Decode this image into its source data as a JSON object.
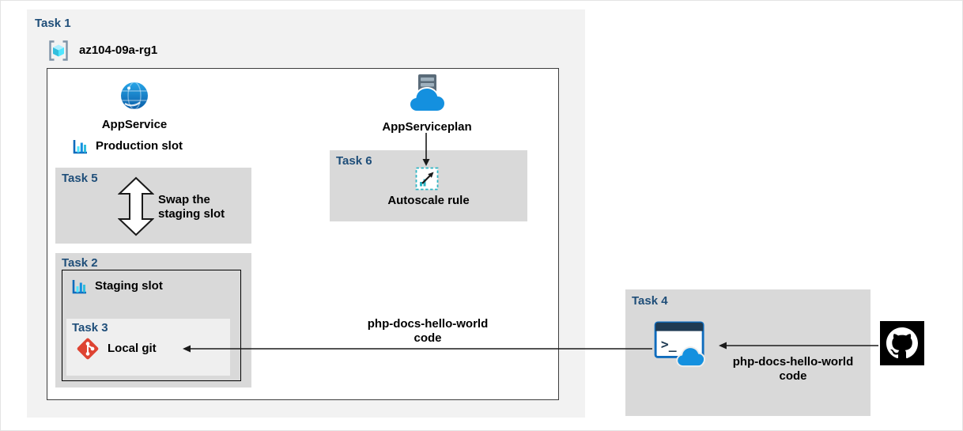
{
  "colors": {
    "task_label": "#1F4E79",
    "task_box_gray": "#D9D9D9",
    "outer_group_gray": "#F2F2F2",
    "task3_light_gray": "#EFEFEF",
    "accent_blue": "#1490DF",
    "teal": "#2BB5C4",
    "git_red": "#DE4332"
  },
  "task1": {
    "label": "Task 1",
    "resource_group_name": "az104-09a-rg1"
  },
  "app_service": {
    "label": "AppService",
    "production_slot_label": "Production slot"
  },
  "app_service_plan": {
    "label": "AppServiceplan"
  },
  "task5": {
    "label": "Task 5",
    "caption": "Swap the staging slot"
  },
  "task6": {
    "label": "Task 6",
    "caption": "Autoscale rule"
  },
  "task2": {
    "label": "Task 2",
    "staging_slot_label": "Staging slot"
  },
  "task3": {
    "label": "Task 3",
    "caption": "Local git"
  },
  "task4": {
    "label": "Task 4",
    "code_label": "php-docs-hello-world code"
  },
  "flow": {
    "code_label": "php-docs-hello-world code"
  },
  "icons": {
    "resource_group": "azure-resource-group-cube-brackets",
    "app_service": "blue-globe-sphere",
    "app_service_plan": "server-rack-with-cloud",
    "slot": "mini-bar-chart",
    "swap": "double-headed-vertical-arrow",
    "autoscale": "dashed-square-diagonal-arrow",
    "local_git": "git-red-diamond",
    "cloud_shell": "terminal-window-with-cloud",
    "github": "github-octocat-mark"
  }
}
